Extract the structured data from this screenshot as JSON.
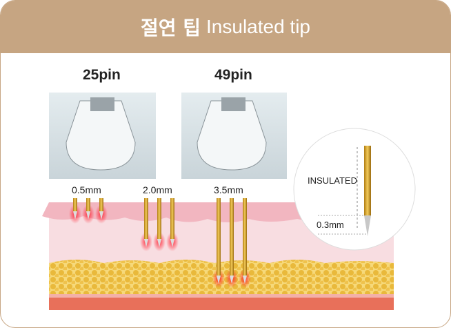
{
  "header": {
    "title_ko": "절연 팁",
    "title_en": "Insulated tip"
  },
  "tips": [
    {
      "label": "25pin"
    },
    {
      "label": "49pin"
    }
  ],
  "depths": [
    "0.5mm",
    "2.0mm",
    "3.5mm"
  ],
  "magnifier": {
    "insulated_label": "INSULATED",
    "tip_length": "0.3mm"
  },
  "colors": {
    "header": "#c6a582",
    "epidermis": "#f2b6c0",
    "dermis": "#f8dde1",
    "fat": "#f2c64e",
    "muscle": "#e8705a",
    "needle": "#d9a532"
  }
}
